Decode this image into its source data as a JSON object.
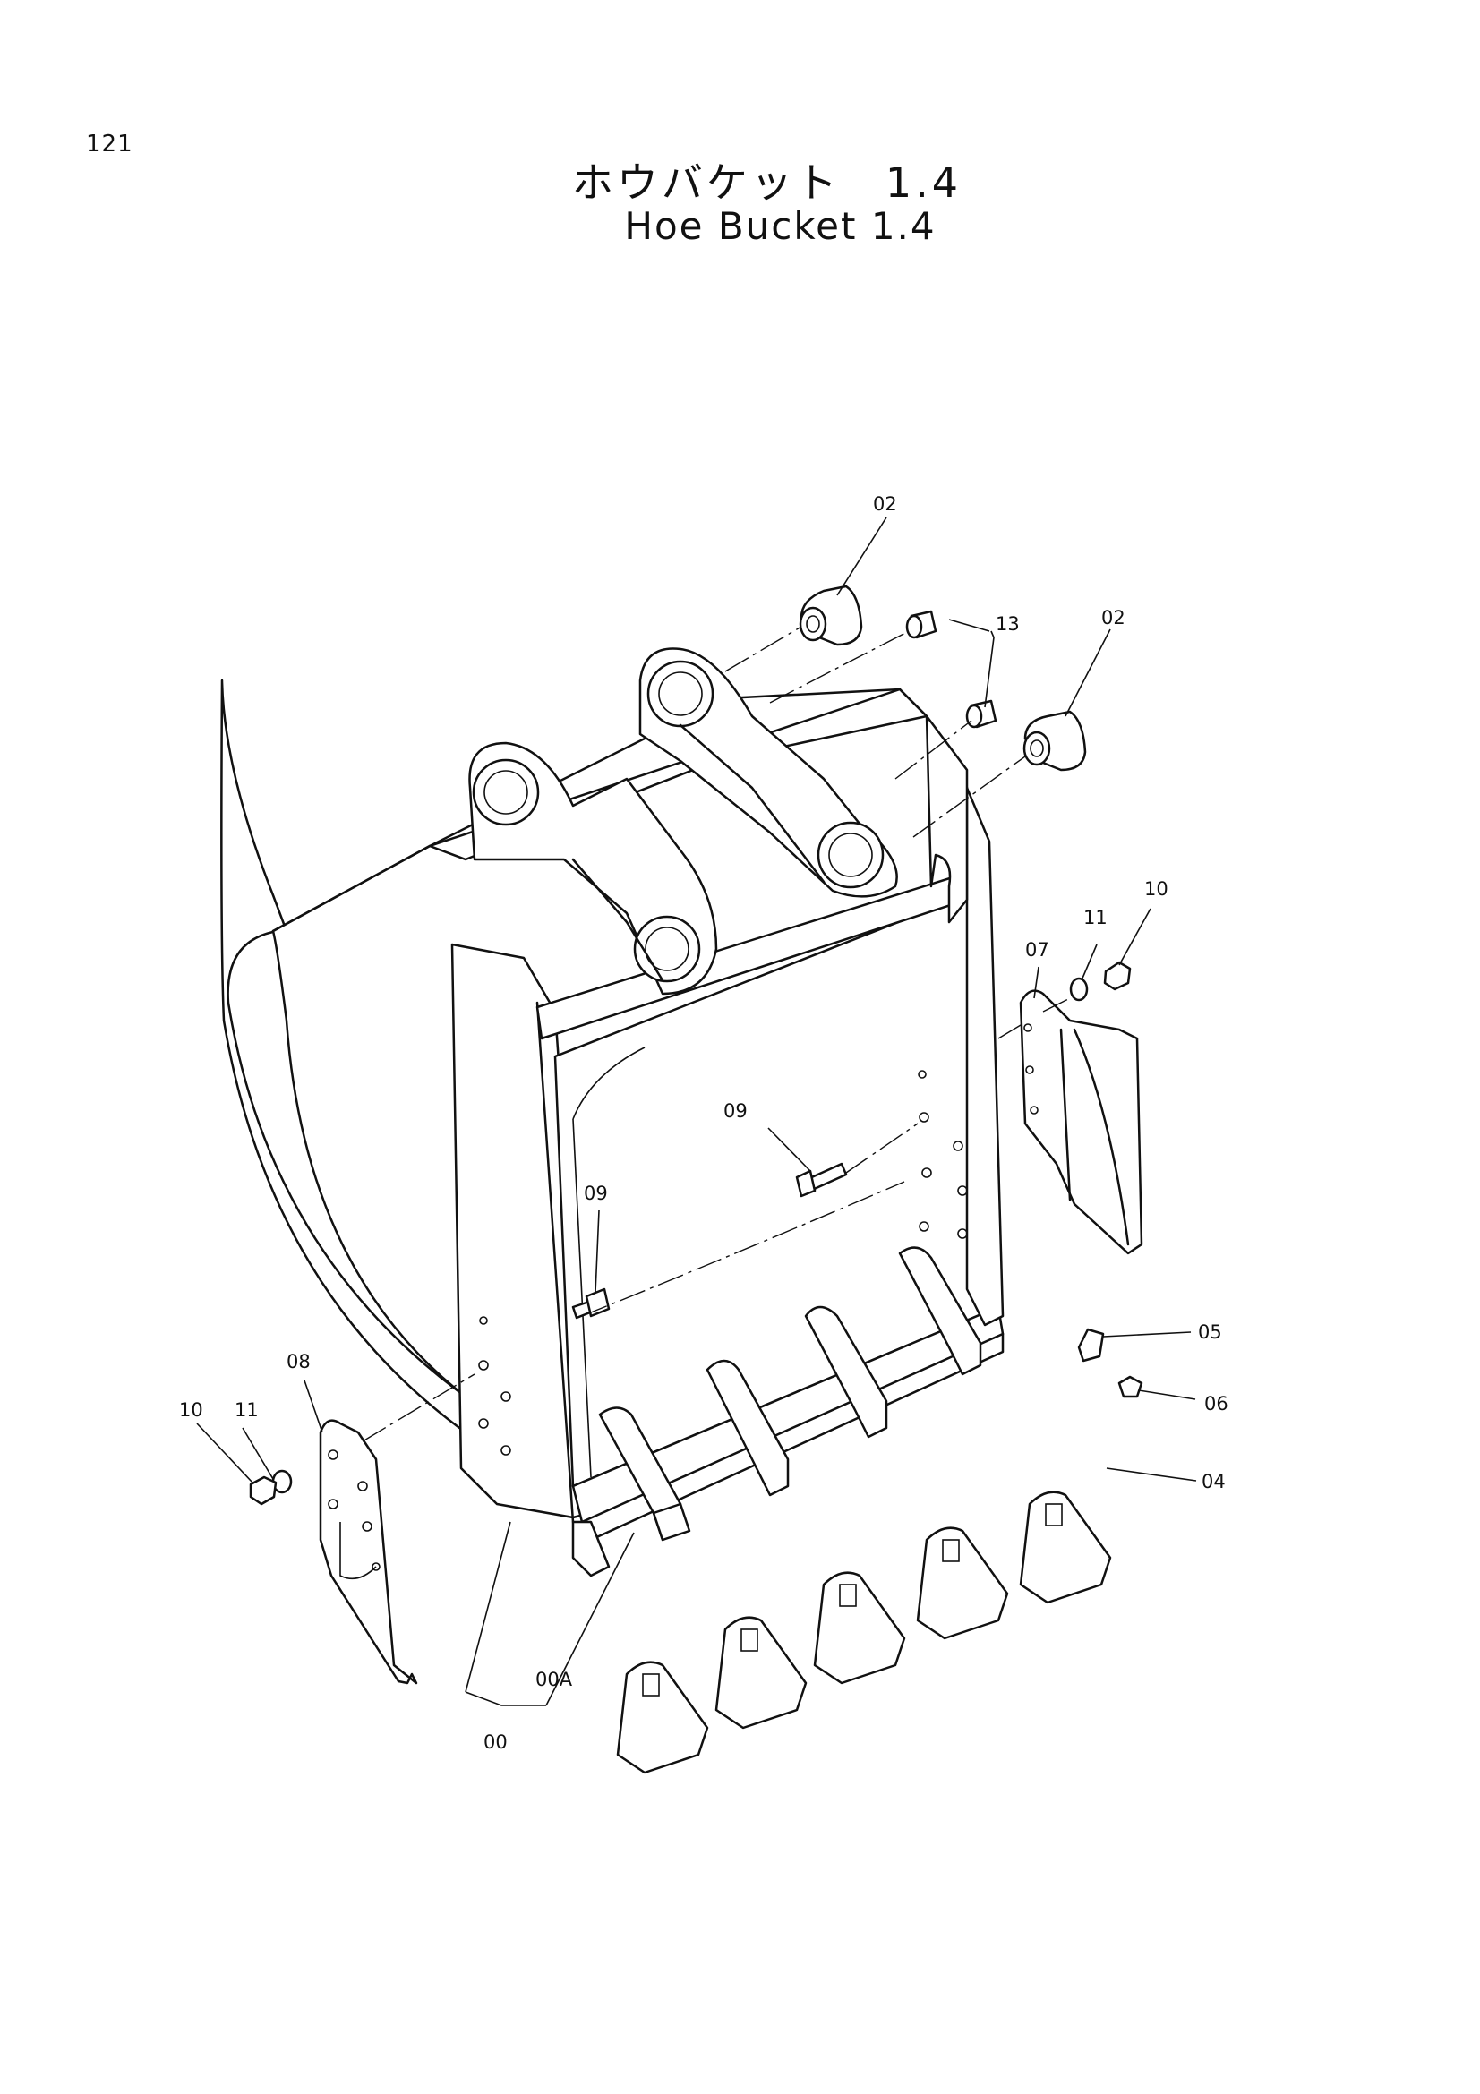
{
  "page_number": "121",
  "title_ja": "ホウバケット　1.4",
  "title_en": "Hoe Bucket 1.4",
  "callouts": {
    "bushing_left": "02",
    "bushing_right": "02",
    "pin": "13",
    "nut_right": "10",
    "washer_right": "11",
    "side_cutter_right": "07",
    "bolt_upper": "09",
    "bolt_lower": "09",
    "side_cutter_left": "08",
    "washer_left": "11",
    "nut_left": "10",
    "tooth_pin": "05",
    "lock": "06",
    "tooth_point": "04",
    "bucket_assy": "00A",
    "bucket": "00"
  }
}
